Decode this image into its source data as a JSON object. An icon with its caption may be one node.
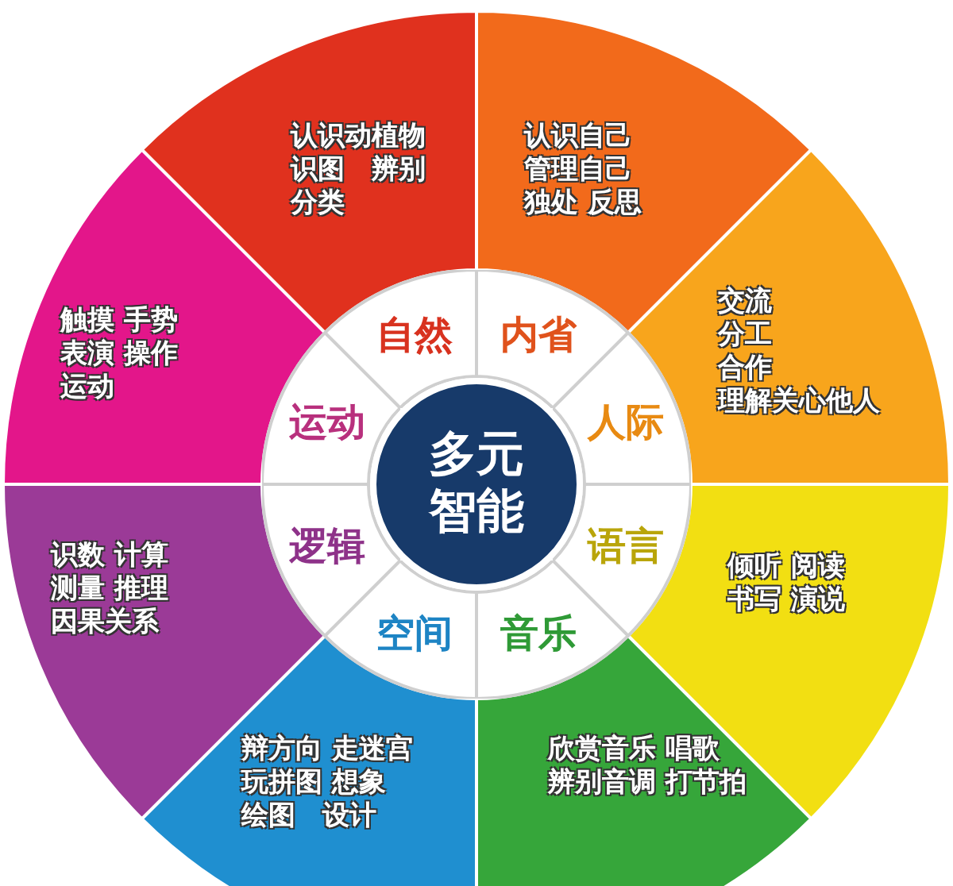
{
  "diagram": {
    "nodes": [
      {
        "text": [
          "多元智能"
        ]
      },
      {
        "text": [
          "自然"
        ]
      },
      {
        "text": [
          "内省"
        ]
      },
      {
        "text": [
          "人际"
        ]
      },
      {
        "text": [
          "语言"
        ]
      },
      {
        "text": [
          "音乐"
        ]
      },
      {
        "text": [
          "空间"
        ]
      },
      {
        "text": [
          "逻辑"
        ]
      },
      {
        "text": [
          "运动"
        ]
      },
      {
        "text": [
          "认识动植物",
          "识图　辨别",
          "分类"
        ]
      },
      {
        "text": [
          "认识自己",
          "管理自己",
          "独处 反思"
        ]
      },
      {
        "text": [
          "交流",
          "分工",
          "合作",
          "理解关心他人"
        ]
      },
      {
        "text": [
          "倾听 阅读",
          "书写 演说"
        ]
      },
      {
        "text": [
          "欣赏音乐 唱歌",
          "辨别音调 打节拍"
        ]
      },
      {
        "text": [
          "辩方向 走迷宫",
          "玩拼图 想象",
          "绘图　设计"
        ]
      },
      {
        "text": [
          "识数 计算",
          "测量 推理",
          "因果关系"
        ]
      },
      {
        "text": [
          "触摸 手势",
          "表演 操作",
          "运动"
        ]
      }
    ]
  }
}
